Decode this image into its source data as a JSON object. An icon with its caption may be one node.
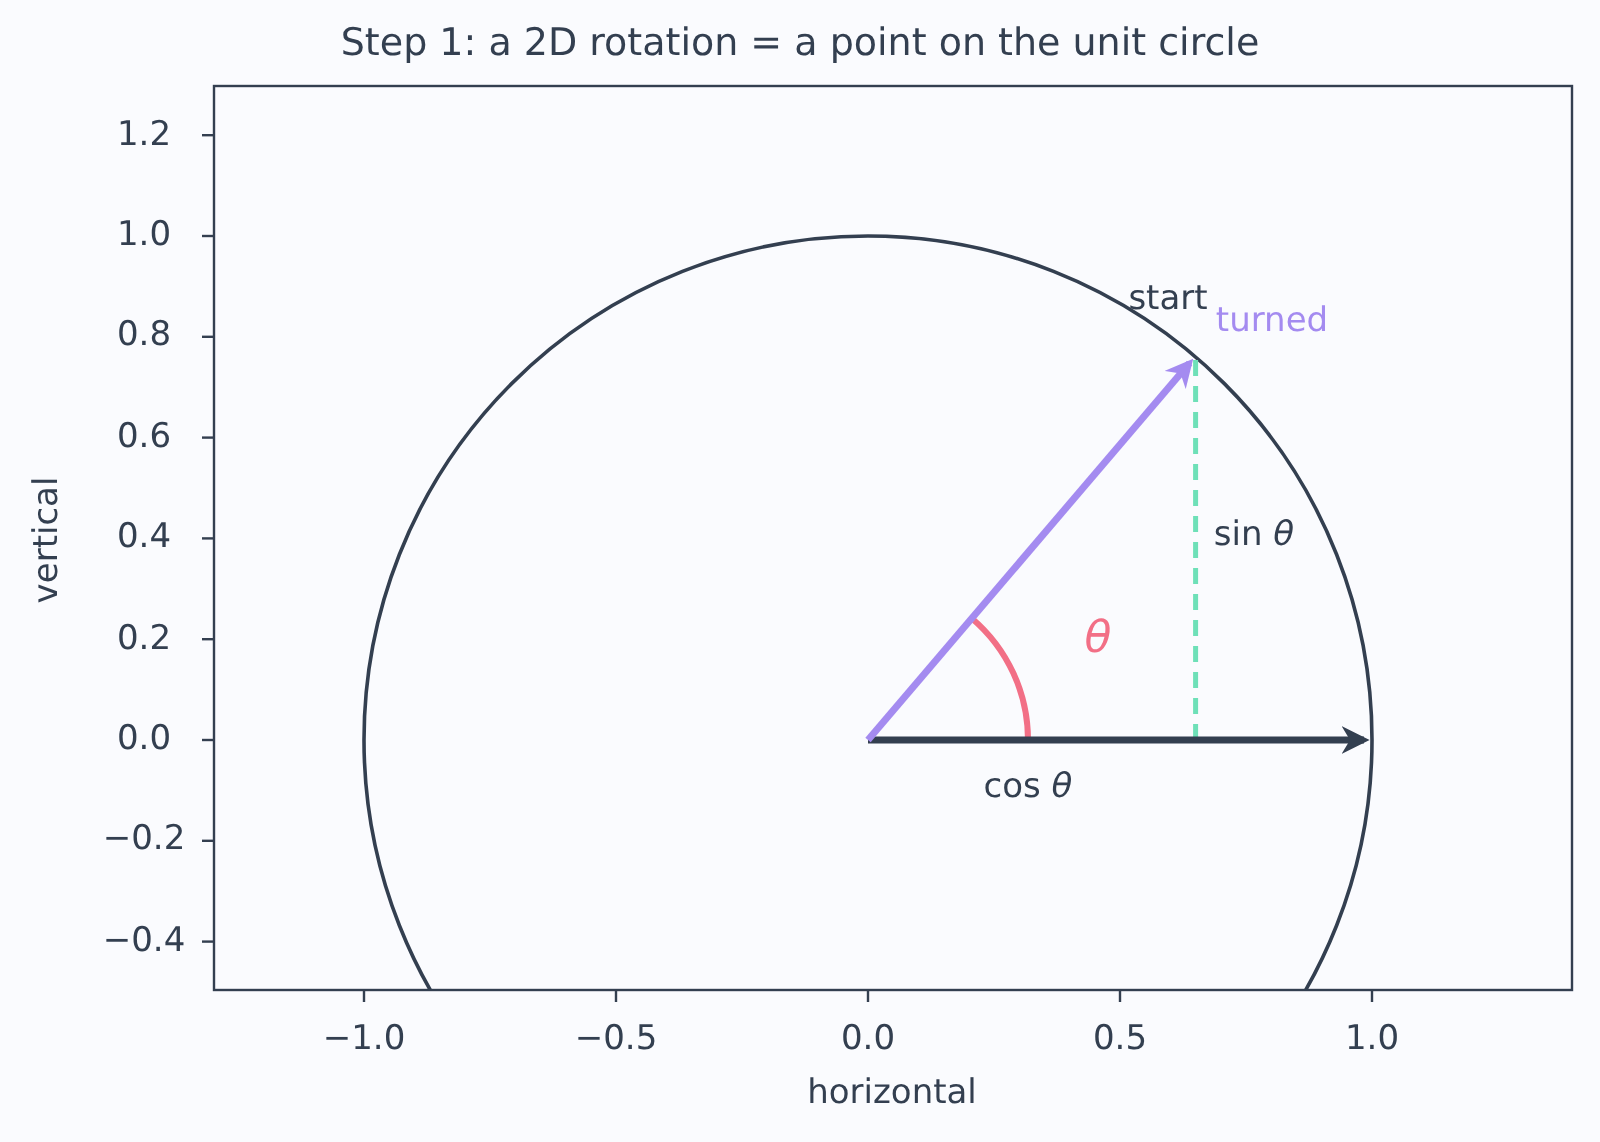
{
  "diagram": {
    "title": "Step 1: a 2D rotation = a point on the unit circle",
    "labels": [
      "1.2",
      "1.0",
      "0.8",
      "0.6",
      "0.4",
      "0.2",
      "0.0",
      "−0.2",
      "−0.4",
      "start",
      "turned",
      "sin *θ*",
      "*θ*",
      "cos *θ*",
      "−1.0",
      "−0.5",
      "0.0",
      "0.5",
      "1.0",
      "horizontal",
      "vertical"
    ]
  }
}
